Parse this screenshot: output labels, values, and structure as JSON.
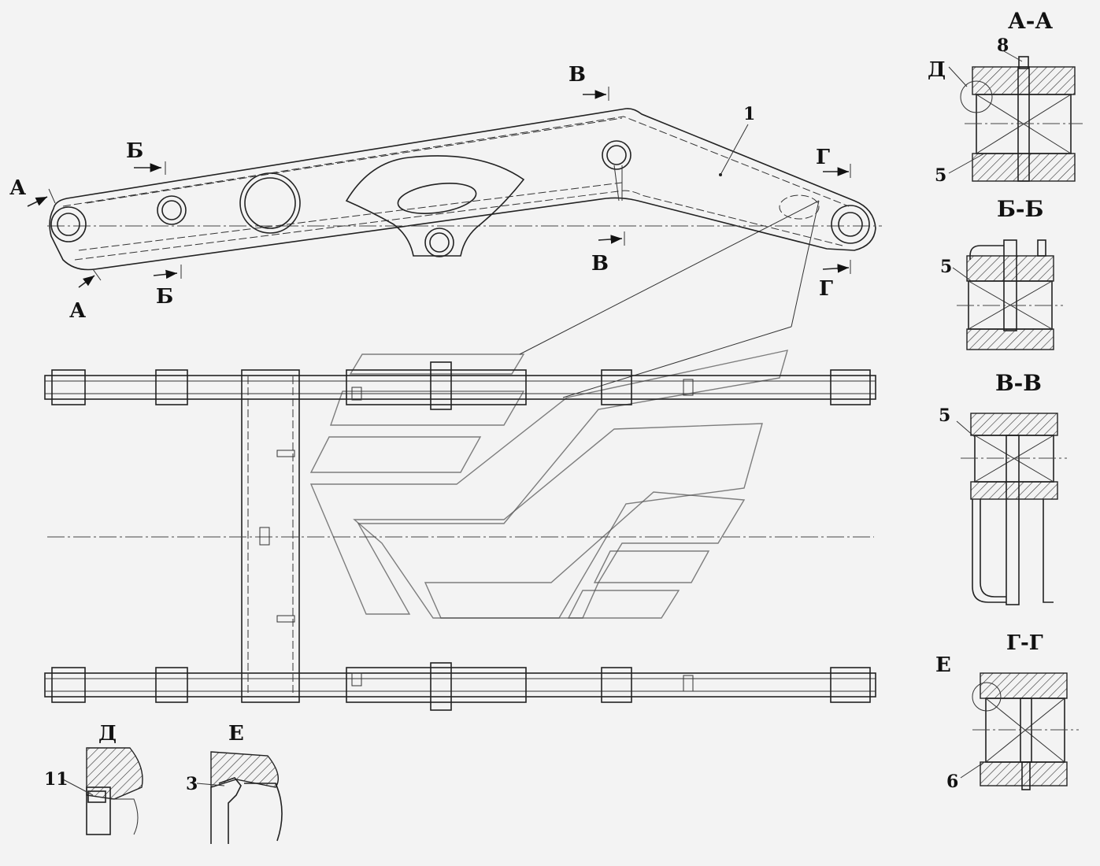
{
  "main_view": {
    "part_label": "1",
    "section_marks": [
      "А",
      "А",
      "Б",
      "Б",
      "В",
      "В",
      "Г",
      "Г"
    ]
  },
  "sections": {
    "aa": {
      "title": "А-А",
      "callout_d": "Д",
      "pos_top": "8",
      "pos_bottom": "5"
    },
    "bb": {
      "title": "Б-Б",
      "pos": "5"
    },
    "vv": {
      "title": "В-В",
      "pos": "5"
    },
    "gg": {
      "title": "Г-Г",
      "callout_e": "Е",
      "pos": "6"
    }
  },
  "details": {
    "d": {
      "title": "Д",
      "pos": "11"
    },
    "e": {
      "title": "Е",
      "pos": "3"
    }
  }
}
